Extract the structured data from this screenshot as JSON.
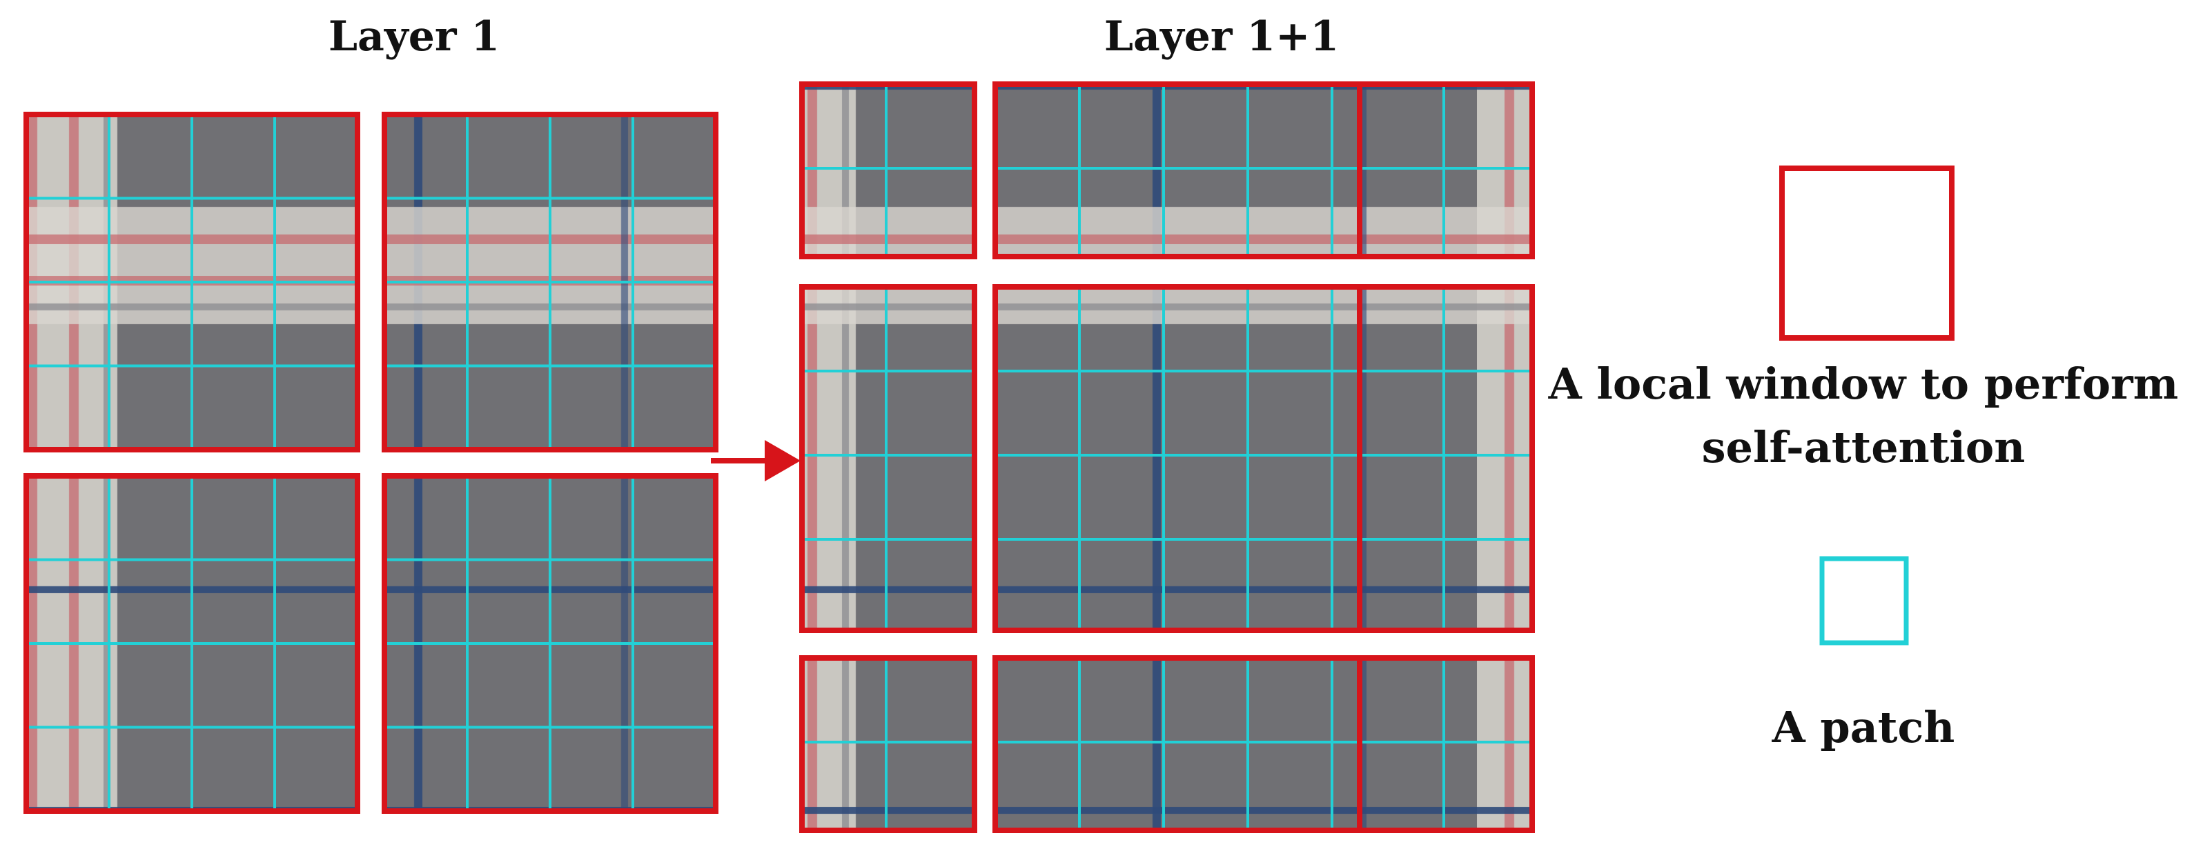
{
  "layer_left": {
    "title": "Layer 1"
  },
  "layer_right": {
    "title": "Layer 1+1"
  },
  "legend": {
    "window_label_line1": "A local window to perform",
    "window_label_line2": "self-attention",
    "patch_label": "A patch"
  },
  "colors": {
    "window_border": "#d7141a",
    "patch_border": "#22d0d6",
    "arrow": "#d7141a",
    "fabric_gray": "#6f6f73",
    "fabric_light": "#d9d6cf",
    "fabric_red": "#c7646a",
    "fabric_navy": "#2f4a7a"
  },
  "icons": {
    "arrow": "arrow-right-icon"
  }
}
